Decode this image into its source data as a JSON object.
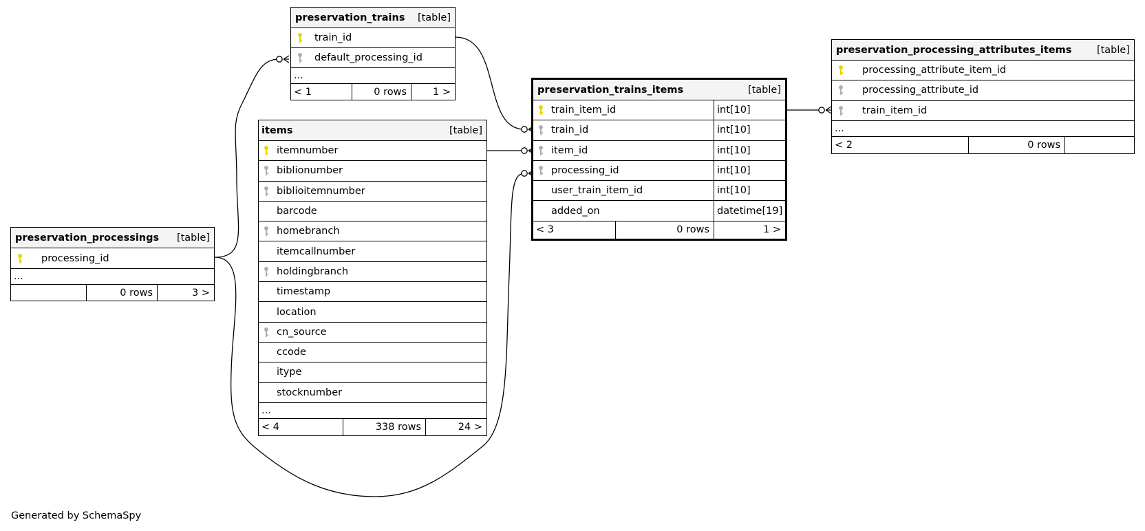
{
  "generated_by": "Generated by SchemaSpy",
  "kind_label": "[table]",
  "ellipsis": "...",
  "colors": {
    "primary_key": "#e6d600",
    "foreign_key": "#b0b0b0",
    "header_bg": "#f4f4f4"
  },
  "tables": {
    "preservation_trains": {
      "name": "preservation_trains",
      "columns": [
        {
          "name": "train_id",
          "key": "primary"
        },
        {
          "name": "default_processing_id",
          "key": "foreign"
        }
      ],
      "footer": {
        "left": "< 1",
        "mid": "0 rows",
        "right": "1 >"
      }
    },
    "items": {
      "name": "items",
      "columns": [
        {
          "name": "itemnumber",
          "key": "primary"
        },
        {
          "name": "biblionumber",
          "key": "foreign"
        },
        {
          "name": "biblioitemnumber",
          "key": "foreign"
        },
        {
          "name": "barcode",
          "key": "none"
        },
        {
          "name": "homebranch",
          "key": "foreign"
        },
        {
          "name": "itemcallnumber",
          "key": "none"
        },
        {
          "name": "holdingbranch",
          "key": "foreign"
        },
        {
          "name": "timestamp",
          "key": "none"
        },
        {
          "name": "location",
          "key": "none"
        },
        {
          "name": "cn_source",
          "key": "foreign"
        },
        {
          "name": "ccode",
          "key": "none"
        },
        {
          "name": "itype",
          "key": "none"
        },
        {
          "name": "stocknumber",
          "key": "none"
        }
      ],
      "footer": {
        "left": "< 4",
        "mid": "338 rows",
        "right": "24 >"
      }
    },
    "preservation_processings": {
      "name": "preservation_processings",
      "columns": [
        {
          "name": "processing_id",
          "key": "primary"
        }
      ],
      "footer": {
        "left": "",
        "mid": "0 rows",
        "right": "3 >"
      }
    },
    "preservation_trains_items": {
      "name": "preservation_trains_items",
      "columns": [
        {
          "name": "train_item_id",
          "key": "primary",
          "type": "int[10]"
        },
        {
          "name": "train_id",
          "key": "foreign",
          "type": "int[10]"
        },
        {
          "name": "item_id",
          "key": "foreign",
          "type": "int[10]"
        },
        {
          "name": "processing_id",
          "key": "foreign",
          "type": "int[10]"
        },
        {
          "name": "user_train_item_id",
          "key": "none",
          "type": "int[10]"
        },
        {
          "name": "added_on",
          "key": "none",
          "type": "datetime[19]"
        }
      ],
      "footer": {
        "left": "< 3",
        "mid": "0 rows",
        "right": "1 >"
      }
    },
    "preservation_processing_attributes_items": {
      "name": "preservation_processing_attributes_items",
      "columns": [
        {
          "name": "processing_attribute_item_id",
          "key": "primary"
        },
        {
          "name": "processing_attribute_id",
          "key": "foreign"
        },
        {
          "name": "train_item_id",
          "key": "foreign"
        }
      ],
      "footer": {
        "left": "< 2",
        "mid": "0 rows",
        "right": ""
      }
    }
  }
}
